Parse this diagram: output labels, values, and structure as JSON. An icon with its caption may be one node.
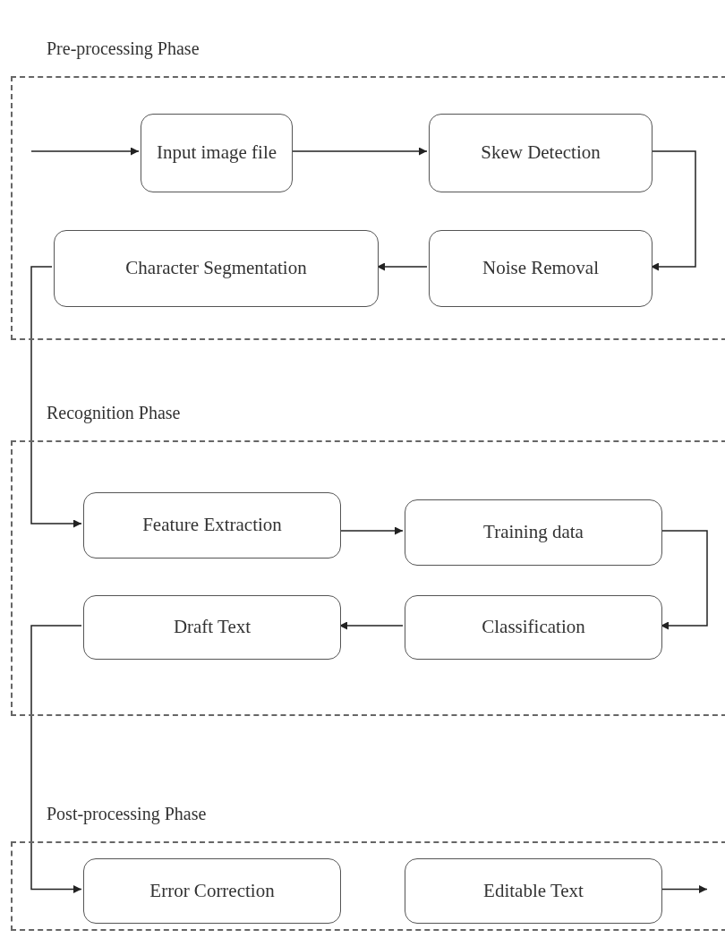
{
  "diagram": {
    "nodes": [
      {
        "text": [
          "Pre-processing Phase"
        ]
      },
      {
        "text": [
          "Input image file"
        ],
        "in": 0
      },
      {
        "text": [
          "Skew Detection"
        ],
        "in": 0
      },
      {
        "text": [
          "Noise Removal"
        ],
        "in": 0
      },
      {
        "text": [
          "Character Segmentation"
        ],
        "in": 0
      },
      {
        "text": [
          "Recognition Phase"
        ]
      },
      {
        "text": [
          "Feature Extraction"
        ],
        "in": 5
      },
      {
        "text": [
          "Training data"
        ],
        "in": 5
      },
      {
        "text": [
          "Classification"
        ],
        "in": 5
      },
      {
        "text": [
          "Draft Text"
        ],
        "in": 5
      },
      {
        "text": [
          "Post-processing Phase"
        ]
      },
      {
        "text": [
          "Error Correction"
        ],
        "in": 10
      },
      {
        "text": [
          "Editable Text"
        ],
        "in": 10
      }
    ],
    "edges": [
      {
        "from": null,
        "to": 1,
        "arrow": "to"
      },
      {
        "from": 1,
        "to": 2,
        "arrow": "to"
      },
      {
        "from": 2,
        "to": 3,
        "arrow": "to"
      },
      {
        "from": 3,
        "to": 4,
        "arrow": "to"
      },
      {
        "from": 4,
        "to": 6,
        "arrow": "to"
      },
      {
        "from": 6,
        "to": 7,
        "arrow": "to"
      },
      {
        "from": 7,
        "to": 8,
        "arrow": "to"
      },
      {
        "from": 8,
        "to": 9,
        "arrow": "to"
      },
      {
        "from": 9,
        "to": 11,
        "arrow": "to"
      },
      {
        "from": 12,
        "to": null,
        "arrow": "to"
      }
    ]
  }
}
